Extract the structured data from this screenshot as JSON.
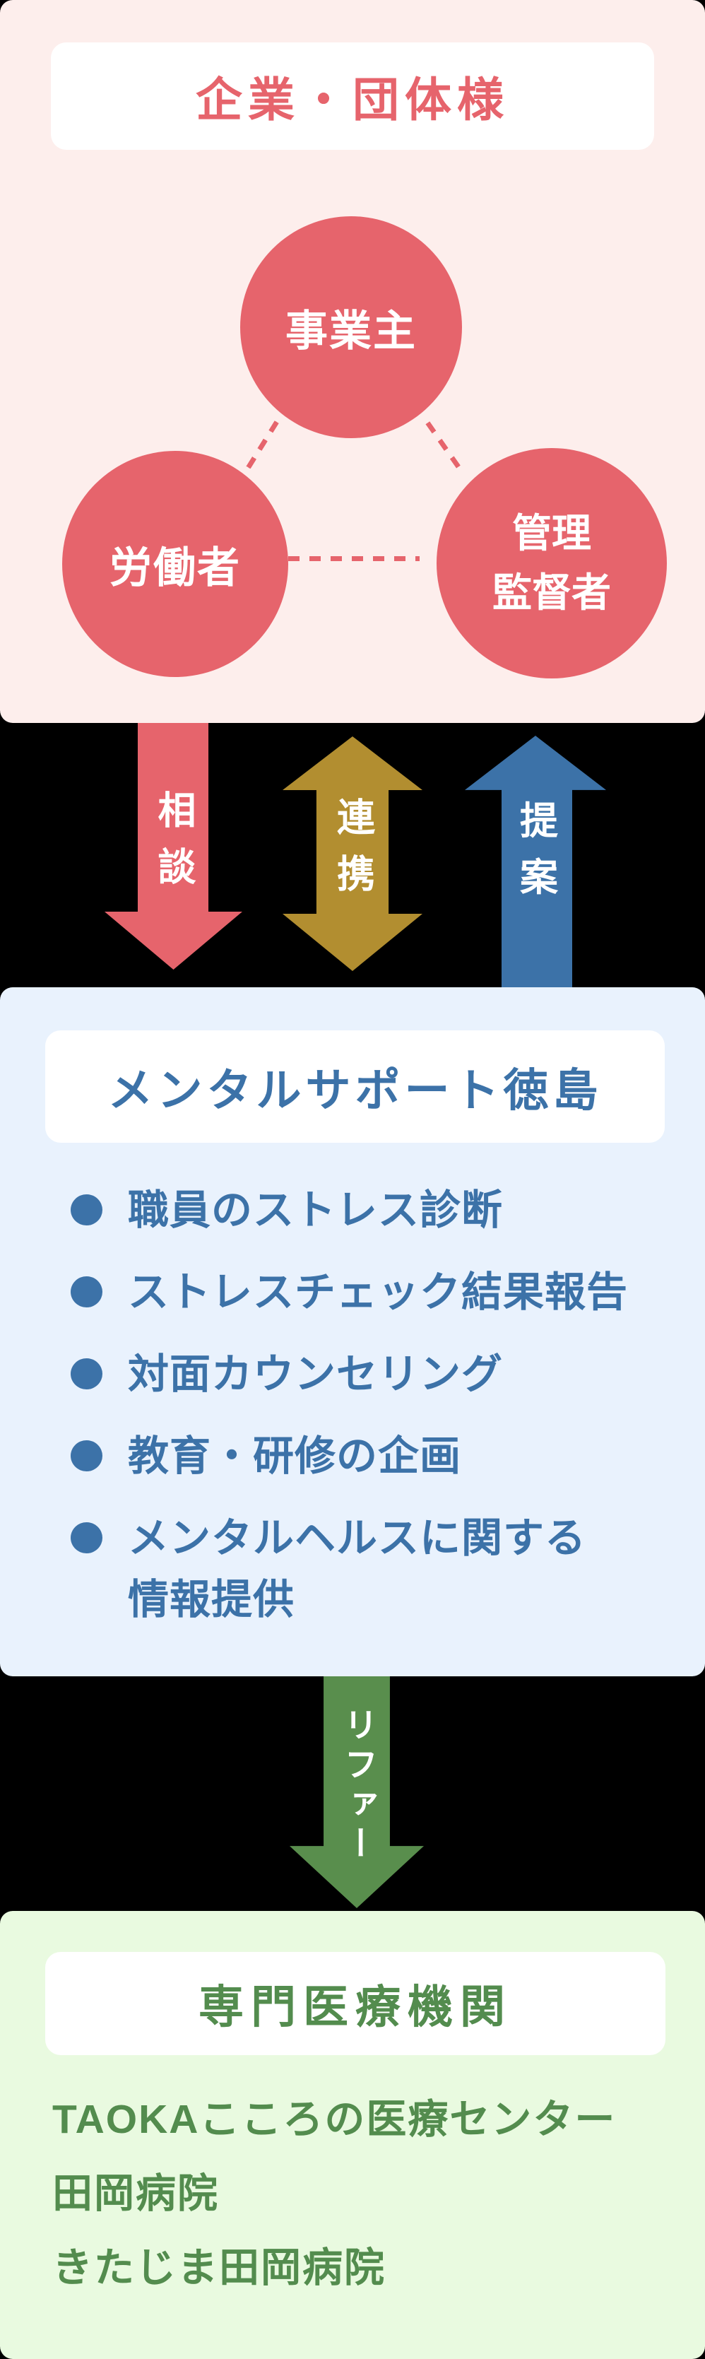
{
  "colors": {
    "background": "#000000",
    "coral": "#e6646c",
    "coral_bg": "#fdeeec",
    "gold": "#b28e30",
    "blue": "#3c72a8",
    "blue_bg": "#e9f2fd",
    "green": "#538c4e",
    "green_arrow": "#598e4d",
    "green_bg": "#e9fae0",
    "white": "#ffffff"
  },
  "company_section": {
    "title": "企業・団体様",
    "circles": [
      {
        "id": "business-owner",
        "label": "事業主"
      },
      {
        "id": "worker",
        "label": "労働者"
      },
      {
        "id": "manager-supervisor",
        "label": "管理\n監督者"
      }
    ]
  },
  "flow_arrows": [
    {
      "id": "consult",
      "label": "相談",
      "direction": "down",
      "color": "#e6646c"
    },
    {
      "id": "cooperate",
      "label": "連携",
      "direction": "both",
      "color": "#b28e30"
    },
    {
      "id": "propose",
      "label": "提案",
      "direction": "up",
      "color": "#3c72a8"
    }
  ],
  "support_section": {
    "title": "メンタルサポート徳島",
    "services": [
      {
        "text": "職員のストレス診断"
      },
      {
        "text": "ストレスチェック結果報告"
      },
      {
        "text": "対面カウンセリング"
      },
      {
        "text": "教育・研修の企画"
      },
      {
        "text": "メンタルヘルスに関する\n情報提供"
      }
    ]
  },
  "refer_arrow": {
    "label": "リファー",
    "direction": "down",
    "color": "#598e4d"
  },
  "medical_section": {
    "title": "専門医療機関",
    "institutions": [
      {
        "name": "TAOKAこころの医療センター"
      },
      {
        "name": "田岡病院"
      },
      {
        "name": "きたじま田岡病院"
      }
    ]
  }
}
